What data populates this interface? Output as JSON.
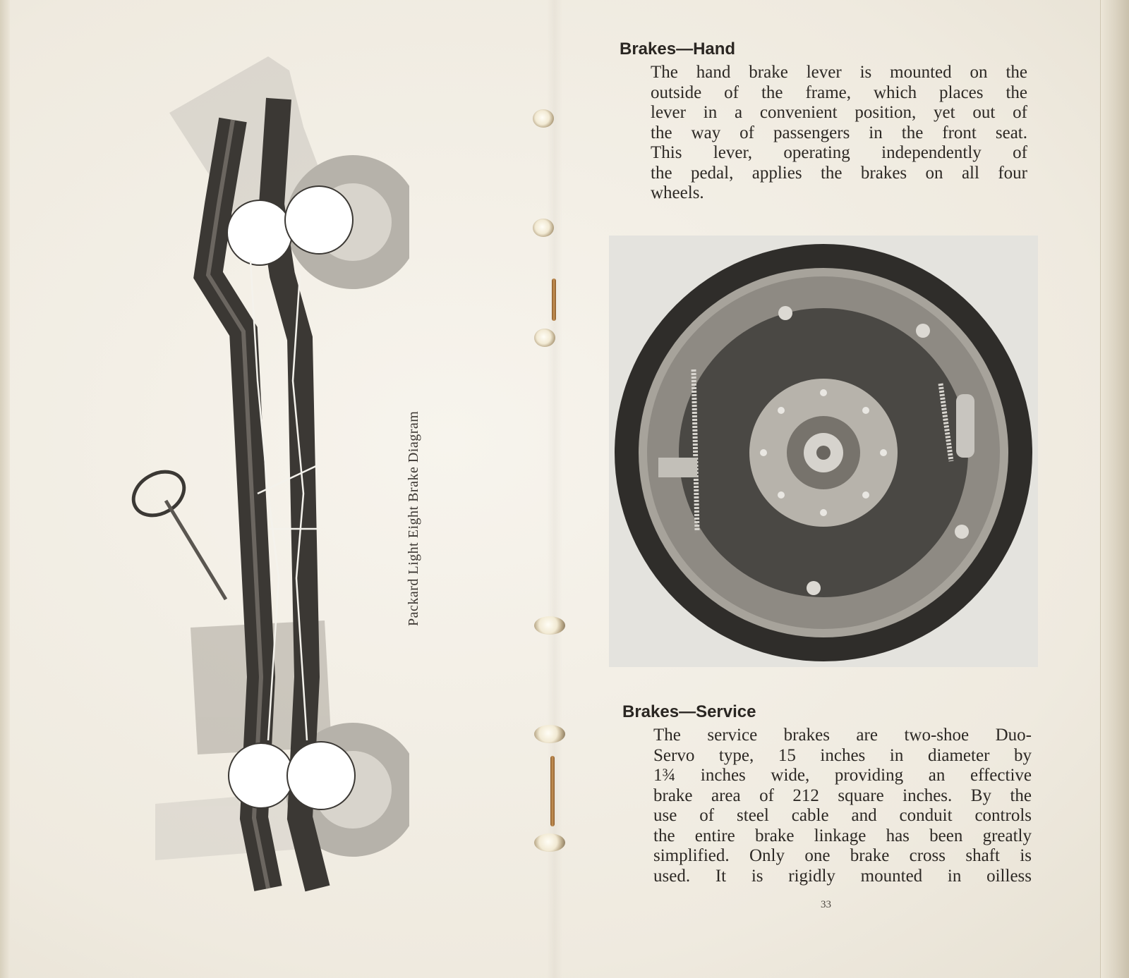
{
  "diagram": {
    "caption": "Packard Light Eight Brake Diagram"
  },
  "sections": [
    {
      "heading": "Brakes—Hand",
      "lines": [
        "The hand brake lever is mounted on the",
        "outside of the frame, which places the",
        "lever in a convenient position, yet out of",
        "the way of passengers in the front seat.",
        "This lever, operating independently of",
        "the pedal, applies the brakes on all four",
        "wheels."
      ]
    },
    {
      "heading": "Brakes—Service",
      "lines": [
        "The service brakes are two-shoe Duo-",
        "Servo type, 15 inches in diameter by",
        "1¾ inches wide, providing an effective",
        "brake area of 212 square inches. By the",
        "use of steel cable and conduit controls",
        "the entire brake linkage has been greatly",
        "simplified. Only one brake cross shaft is",
        "used. It is rigidly mounted in oilless"
      ]
    }
  ],
  "page_number": "33",
  "colors": {
    "paper": "#f3efe6",
    "ink": "#2a2622",
    "frame": "#3b3834",
    "tire": "#b6b2aa",
    "drum_dark": "#2f2d2a"
  },
  "icons": [
    "binder-hole",
    "brake-drum-photo",
    "chassis-diagram"
  ]
}
